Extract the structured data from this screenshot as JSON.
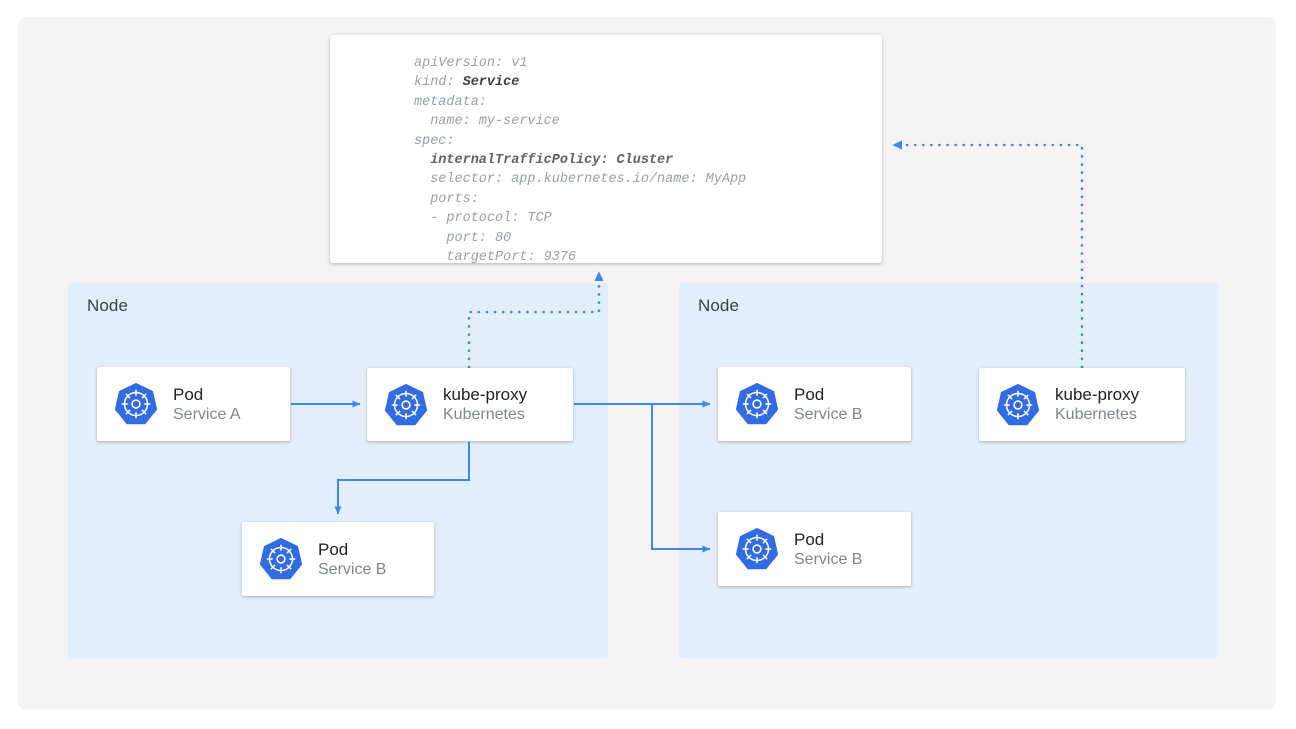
{
  "diagram": {
    "title": "Kubernetes Service internalTrafficPolicy Cluster topology",
    "colors": {
      "canvas_bg": "#f4f4f4",
      "node_bg": "#e3effc",
      "card_bg": "#ffffff",
      "accent_blue": "#4285f4",
      "k8s_blue": "#326ce5",
      "title_text": "#202124",
      "sub_text": "#80868b",
      "code_text": "#9aa0a6"
    }
  },
  "manifest": {
    "name": "service-manifest",
    "lines": [
      {
        "text": "apiVersion: v1",
        "emphasis": false
      },
      {
        "text": "kind: ",
        "emphasis": false,
        "token": "Service"
      },
      {
        "text": "metadata:",
        "emphasis": false
      },
      {
        "text": "  name: my-service",
        "emphasis": false
      },
      {
        "text": "spec:",
        "emphasis": false
      },
      {
        "text": "  internalTrafficPolicy: Cluster",
        "emphasis": true
      },
      {
        "text": "  selector: app.kubernetes.io/name: MyApp",
        "emphasis": false
      },
      {
        "text": "  ports:",
        "emphasis": false
      },
      {
        "text": "  - protocol: TCP",
        "emphasis": false
      },
      {
        "text": "    port: 80",
        "emphasis": false
      },
      {
        "text": "    targetPort: 9376",
        "emphasis": false
      }
    ]
  },
  "nodes": [
    {
      "id": "node-left",
      "label": "Node"
    },
    {
      "id": "node-right",
      "label": "Node"
    }
  ],
  "cards": [
    {
      "id": "pod-a",
      "title": "Pod",
      "subtitle": "Service A",
      "icon": "kubernetes-logo-icon"
    },
    {
      "id": "kube-proxy-l",
      "title": "kube-proxy",
      "subtitle": "Kubernetes",
      "icon": "kubernetes-logo-icon"
    },
    {
      "id": "pod-b-local",
      "title": "Pod",
      "subtitle": "Service B",
      "icon": "kubernetes-logo-icon"
    },
    {
      "id": "pod-b-r1",
      "title": "Pod",
      "subtitle": "Service B",
      "icon": "kubernetes-logo-icon"
    },
    {
      "id": "pod-b-r2",
      "title": "Pod",
      "subtitle": "Service B",
      "icon": "kubernetes-logo-icon"
    },
    {
      "id": "kube-proxy-r",
      "title": "kube-proxy",
      "subtitle": "Kubernetes",
      "icon": "kubernetes-logo-icon"
    }
  ],
  "connections": [
    {
      "id": "pod-a-to-kube-proxy",
      "style": "solid",
      "from": "pod-a",
      "to": "kube-proxy-l"
    },
    {
      "id": "kube-proxy-to-pod-b-local",
      "style": "solid",
      "from": "kube-proxy-l",
      "to": "pod-b-local"
    },
    {
      "id": "kube-proxy-to-pod-b-r1",
      "style": "solid",
      "from": "kube-proxy-l",
      "to": "pod-b-r1"
    },
    {
      "id": "kube-proxy-to-pod-b-r2",
      "style": "solid",
      "from": "kube-proxy-l",
      "to": "pod-b-r2"
    },
    {
      "id": "kube-proxy-l-to-manifest",
      "style": "dotted",
      "from": "kube-proxy-l",
      "to": "service-manifest"
    },
    {
      "id": "kube-proxy-r-to-manifest",
      "style": "dotted",
      "from": "kube-proxy-r",
      "to": "service-manifest"
    }
  ]
}
